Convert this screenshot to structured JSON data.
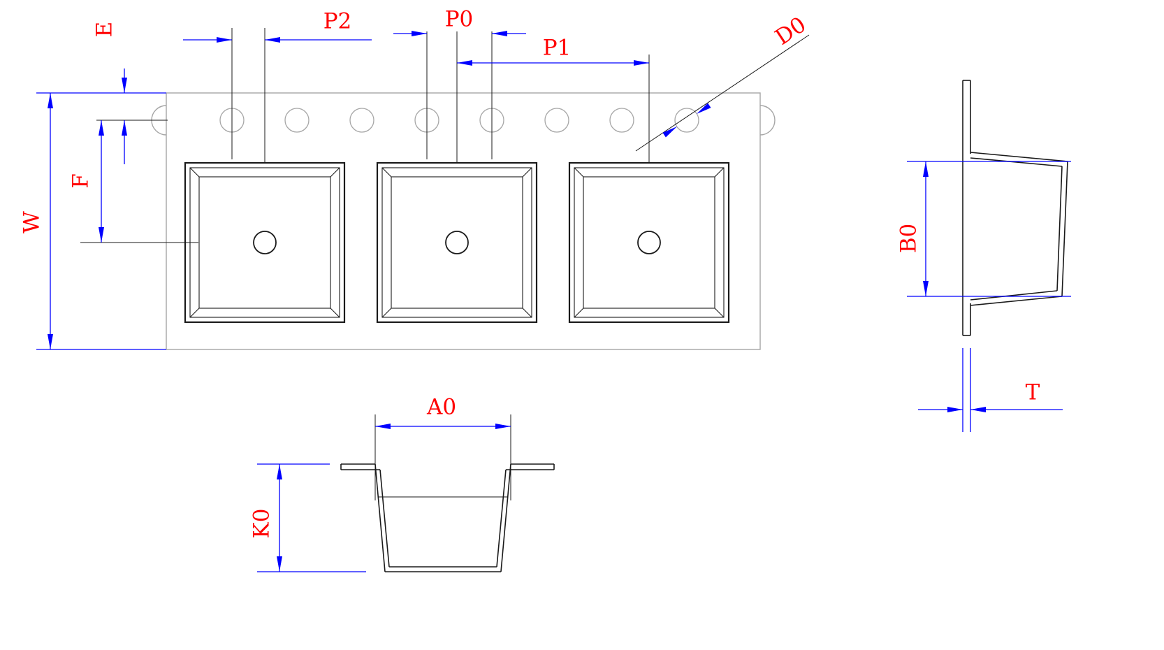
{
  "drawing": {
    "views": {
      "tape_top_view": {
        "sprocket_hole_count": 8,
        "pocket_count": 3,
        "dimension_labels_shown": [
          "E",
          "P2",
          "P0",
          "P1",
          "D0",
          "W",
          "F"
        ]
      },
      "tape_side_section_view": {
        "dimension_labels_shown": [
          "B0",
          "T"
        ]
      },
      "pocket_section_view": {
        "dimension_labels_shown": [
          "A0",
          "K0"
        ]
      }
    }
  },
  "labels": {
    "E": "E",
    "P2": "P2",
    "P0": "P0",
    "P1": "P1",
    "D0": "D0",
    "W": "W",
    "F": "F",
    "B0": "B0",
    "T": "T",
    "A0": "A0",
    "K0": "K0"
  },
  "colors": {
    "background": "#ffffff",
    "dimension_lines": "#0000ff",
    "dimension_labels": "#ff0000",
    "part_geometry": "#1a1a1a",
    "tape_outline": "#a6a6a6"
  }
}
